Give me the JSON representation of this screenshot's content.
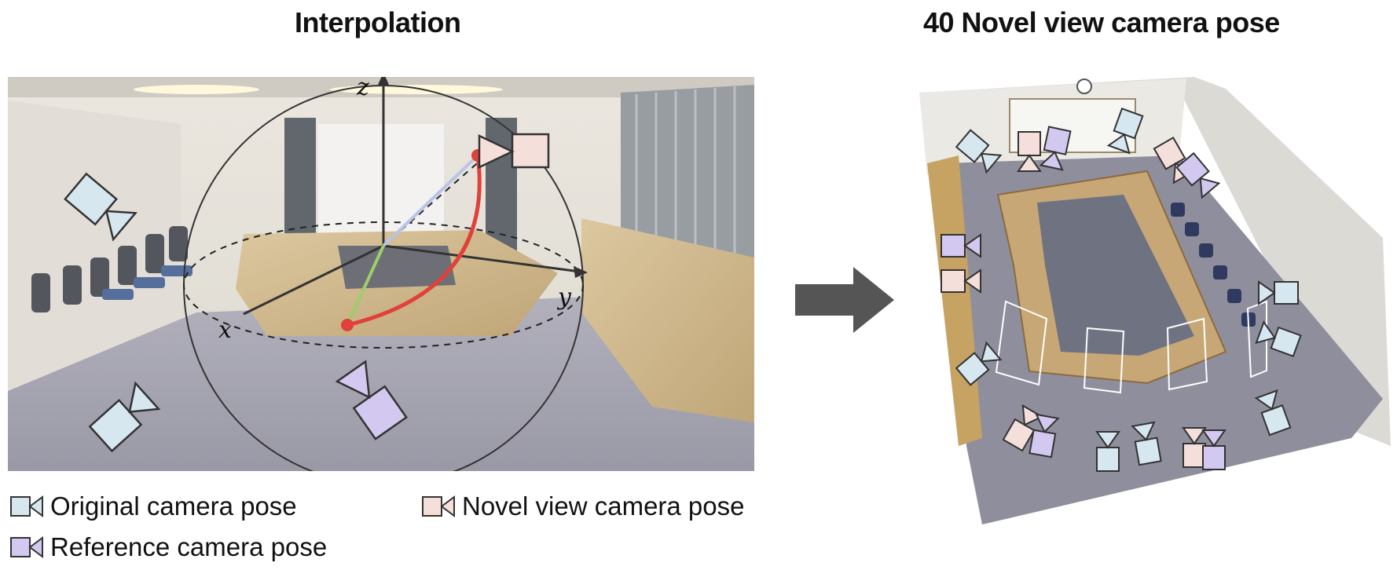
{
  "titles": {
    "left": "Interpolation",
    "right": "40 Novel view camera pose"
  },
  "axes": {
    "x": "x",
    "y": "y",
    "z": "z"
  },
  "legend": {
    "original": "Original camera pose",
    "novel": "Novel view camera pose",
    "reference": "Reference camera pose"
  },
  "colors": {
    "original": "#d6e7f0",
    "novel": "#f5dfdb",
    "reference": "#d3c8ef",
    "interp_path": "#e0413a",
    "blue_ray": "#b8c4e8",
    "green_ray": "#9ccf6a",
    "arrow": "#555555"
  }
}
